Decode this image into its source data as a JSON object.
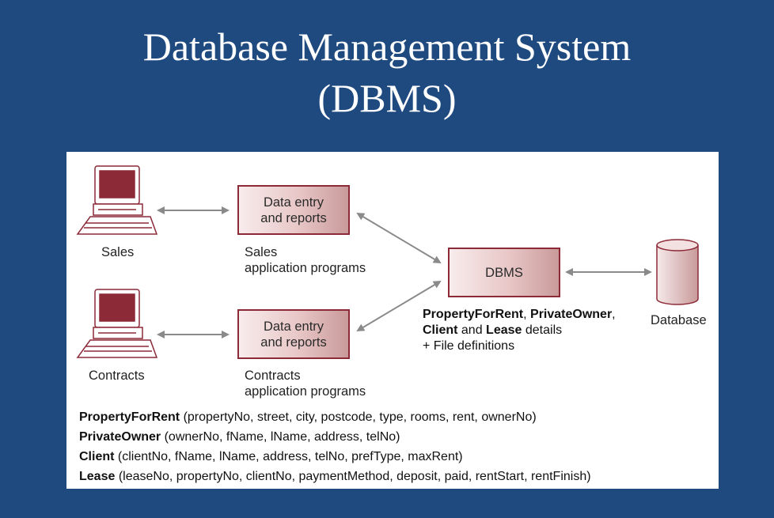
{
  "title": {
    "line1": "Database Management System",
    "line2": "(DBMS)"
  },
  "diagram": {
    "sales_label": "Sales",
    "contracts_label": "Contracts",
    "sales_box": {
      "line1": "Data entry",
      "line2": "and reports"
    },
    "contracts_box": {
      "line1": "Data entry",
      "line2": "and reports"
    },
    "sales_programs": {
      "line1": "Sales",
      "line2": "application programs"
    },
    "contracts_programs": {
      "line1": "Contracts",
      "line2": "application programs"
    },
    "dbms_label": "DBMS",
    "database_label": "Database",
    "details": {
      "e1": "PropertyForRent",
      "sep1": ", ",
      "e2": "PrivateOwner",
      "sep2": ",",
      "e3": "Client",
      "mid": " and ",
      "e4": "Lease",
      "tail": " details",
      "line3": "+ File definitions"
    }
  },
  "schema": [
    {
      "entity": "PropertyForRent",
      "attrs": " (propertyNo, street, city, postcode, type, rooms, rent, ownerNo)"
    },
    {
      "entity": "PrivateOwner",
      "attrs": " (ownerNo, fName, lName, address, telNo)"
    },
    {
      "entity": "Client",
      "attrs": " (clientNo, fName, lName, address, telNo, prefType, maxRent)"
    },
    {
      "entity": "Lease",
      "attrs": " (leaseNo, propertyNo, clientNo, paymentMethod, deposit, paid, rentStart, rentFinish)"
    }
  ],
  "colors": {
    "background": "#1f4a80",
    "accent": "#8c2a38"
  }
}
